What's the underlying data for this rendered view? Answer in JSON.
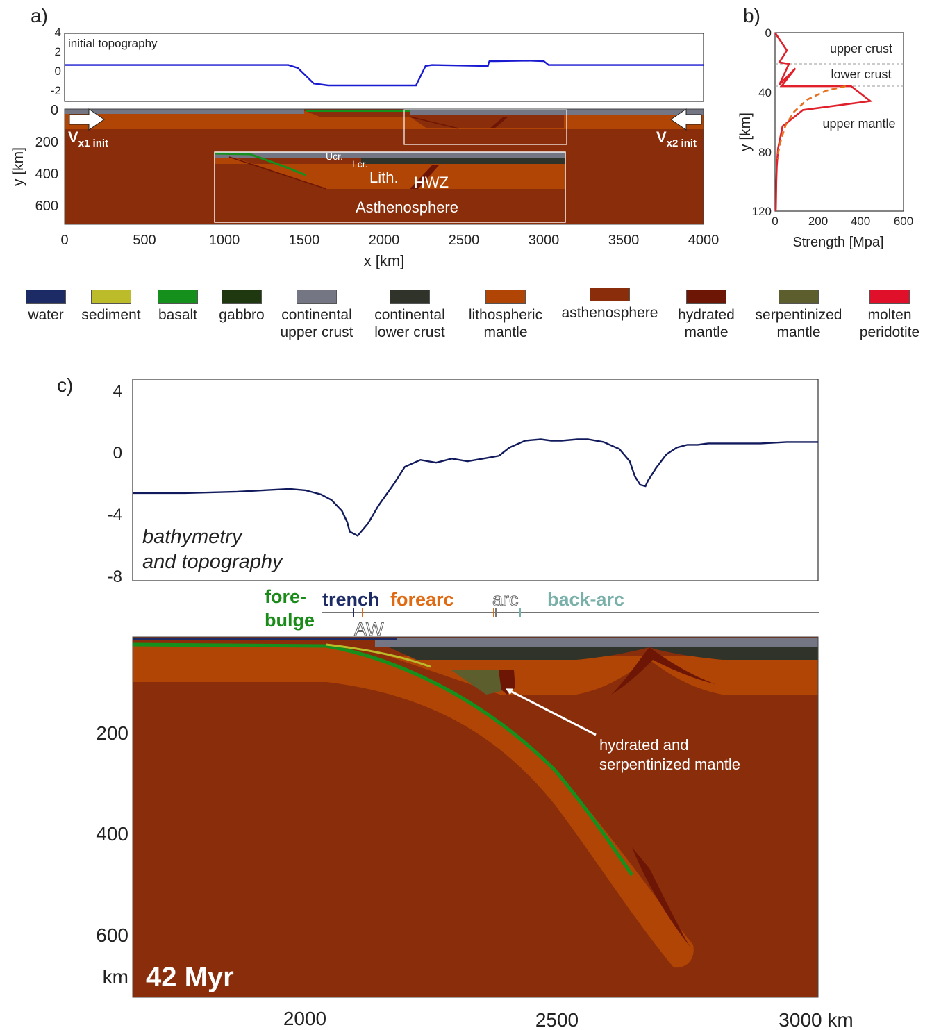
{
  "panel_labels": {
    "a": "a)",
    "b": "b)",
    "c": "c)"
  },
  "panel_a": {
    "topo_label": "initial topography",
    "topo_ticks": [
      "4",
      "2",
      "0",
      "-2"
    ],
    "y_ticks": [
      "0",
      "200",
      "400",
      "600"
    ],
    "y_label": "y [km]",
    "x_ticks": [
      "0",
      "500",
      "1000",
      "1500",
      "2000",
      "2500",
      "3000",
      "3500",
      "4000"
    ],
    "x_label": "x [km]",
    "v1_main": "V",
    "v1_sub": "x1 init",
    "v2_main": "V",
    "v2_sub": "x2 init",
    "inset": {
      "ucr": "Ucr.",
      "lcr": "Lcr.",
      "lith": "Lith.",
      "hwz": "HWZ",
      "asth": "Asthenosphere"
    }
  },
  "panel_b": {
    "y_ticks": [
      "0",
      "40",
      "80",
      "120"
    ],
    "y_label": "y [km]",
    "x_ticks": [
      "0",
      "200",
      "400",
      "600"
    ],
    "x_label": "Strength [Mpa]",
    "labels": {
      "upper_crust": "upper crust",
      "lower_crust": "lower crust",
      "upper_mantle": "upper mantle"
    }
  },
  "legend": [
    {
      "label": "water",
      "color": "#1c2a66"
    },
    {
      "label": "sediment",
      "color": "#bcbc2a"
    },
    {
      "label": "basalt",
      "color": "#16901c"
    },
    {
      "label": "gabbro",
      "color": "#1f3810"
    },
    {
      "label": "continental\nupper crust",
      "color": "#747683"
    },
    {
      "label": "continental\nlower crust",
      "color": "#2f3329"
    },
    {
      "label": "lithospheric\nmantle",
      "color": "#b04506"
    },
    {
      "label": "asthenosphere",
      "color": "#8a2d0a"
    },
    {
      "label": "hydrated\nmantle",
      "color": "#6e1606"
    },
    {
      "label": "serpentinized\nmantle",
      "color": "#5c5e2e"
    },
    {
      "label": "molten\nperidotite",
      "color": "#e0102a"
    }
  ],
  "panel_c": {
    "topo_ticks": [
      "4",
      "0",
      "-4",
      "-8"
    ],
    "topo_text_1": "bathymetry",
    "topo_text_2": "and topography",
    "zones": {
      "forebulge_1": "fore-",
      "forebulge_2": "bulge",
      "trench": "trench",
      "forearc": "forearc",
      "arc": "arc",
      "backarc": "back-arc",
      "aw": "AW"
    },
    "y_ticks": [
      "200",
      "400",
      "600"
    ],
    "y_unit": "km",
    "time_label": "42 Myr",
    "x_ticks": [
      "2000",
      "2500",
      "3000 km"
    ],
    "annotation_1": "hydrated and",
    "annotation_2": "serpentinized mantle"
  },
  "chart_data": [
    {
      "type": "line",
      "title": "initial topography",
      "xlabel": "x [km]",
      "ylabel": "",
      "xlim": [
        0,
        4000
      ],
      "ylim": [
        -3,
        4
      ],
      "series": [
        {
          "x": [
            0,
            1400,
            1460,
            1510,
            1560,
            1650,
            2000,
            2200,
            2230,
            2260,
            2300,
            2650,
            2655,
            2660,
            2700,
            2900,
            3000,
            3030,
            3070,
            4000
          ],
          "values": [
            0.6,
            0.6,
            0.3,
            -0.5,
            -1.3,
            -1.5,
            -1.5,
            -1.5,
            -0.5,
            0.5,
            0.6,
            0.5,
            0.8,
            1.0,
            1.0,
            1.05,
            1.0,
            0.6,
            0.6,
            0.6
          ]
        }
      ]
    },
    {
      "type": "line",
      "xlabel": "Strength [Mpa]",
      "ylabel": "y [km]",
      "xlim": [
        0,
        600
      ],
      "ylim": [
        120,
        0
      ],
      "series": [
        {
          "x": [
            0,
            55,
            20,
            65,
            20,
            95,
            30,
            355,
            445,
            130,
            35,
            14,
            8,
            6,
            5,
            4,
            3
          ],
          "values": [
            0,
            12,
            20,
            21,
            35,
            24,
            36,
            36,
            46,
            52,
            63,
            78,
            90,
            100,
            110,
            118,
            120
          ],
          "color": "#e0202a"
        },
        {
          "x": [
            330,
            240,
            150,
            90,
            50,
            28,
            16,
            12
          ],
          "values": [
            36,
            39,
            45,
            53,
            62,
            72,
            80,
            85
          ],
          "color": "#e57020",
          "dashed": true
        }
      ]
    },
    {
      "type": "line",
      "title": "bathymetry and topography",
      "xlabel": "",
      "ylabel": "",
      "xlim": [
        1700,
        3010
      ],
      "ylim": [
        -8.5,
        5
      ],
      "series": [
        {
          "x": [
            1700,
            1800,
            1900,
            1950,
            2000,
            2030,
            2060,
            2080,
            2100,
            2110,
            2115,
            2130,
            2150,
            2170,
            2200,
            2220,
            2250,
            2280,
            2310,
            2340,
            2370,
            2400,
            2420,
            2450,
            2480,
            2500,
            2520,
            2550,
            2570,
            2600,
            2630,
            2650,
            2660,
            2670,
            2680,
            2685,
            2700,
            2720,
            2740,
            2760,
            2780,
            2800,
            2830,
            2850,
            2900,
            2950,
            3010
          ],
          "values": [
            -2.5,
            -2.5,
            -2.4,
            -2.3,
            -2.2,
            -2.3,
            -2.6,
            -3.0,
            -3.8,
            -4.6,
            -5.3,
            -5.6,
            -4.7,
            -3.4,
            -1.8,
            -0.6,
            -0.1,
            -0.3,
            0.0,
            -0.2,
            0.0,
            0.2,
            0.8,
            1.3,
            1.4,
            1.3,
            1.3,
            1.4,
            1.4,
            1.2,
            0.7,
            -0.2,
            -1.3,
            -1.9,
            -2.0,
            -1.6,
            -0.7,
            0.3,
            0.8,
            1.0,
            1.0,
            1.1,
            1.1,
            1.1,
            1.1,
            1.2,
            1.2
          ]
        }
      ]
    }
  ]
}
